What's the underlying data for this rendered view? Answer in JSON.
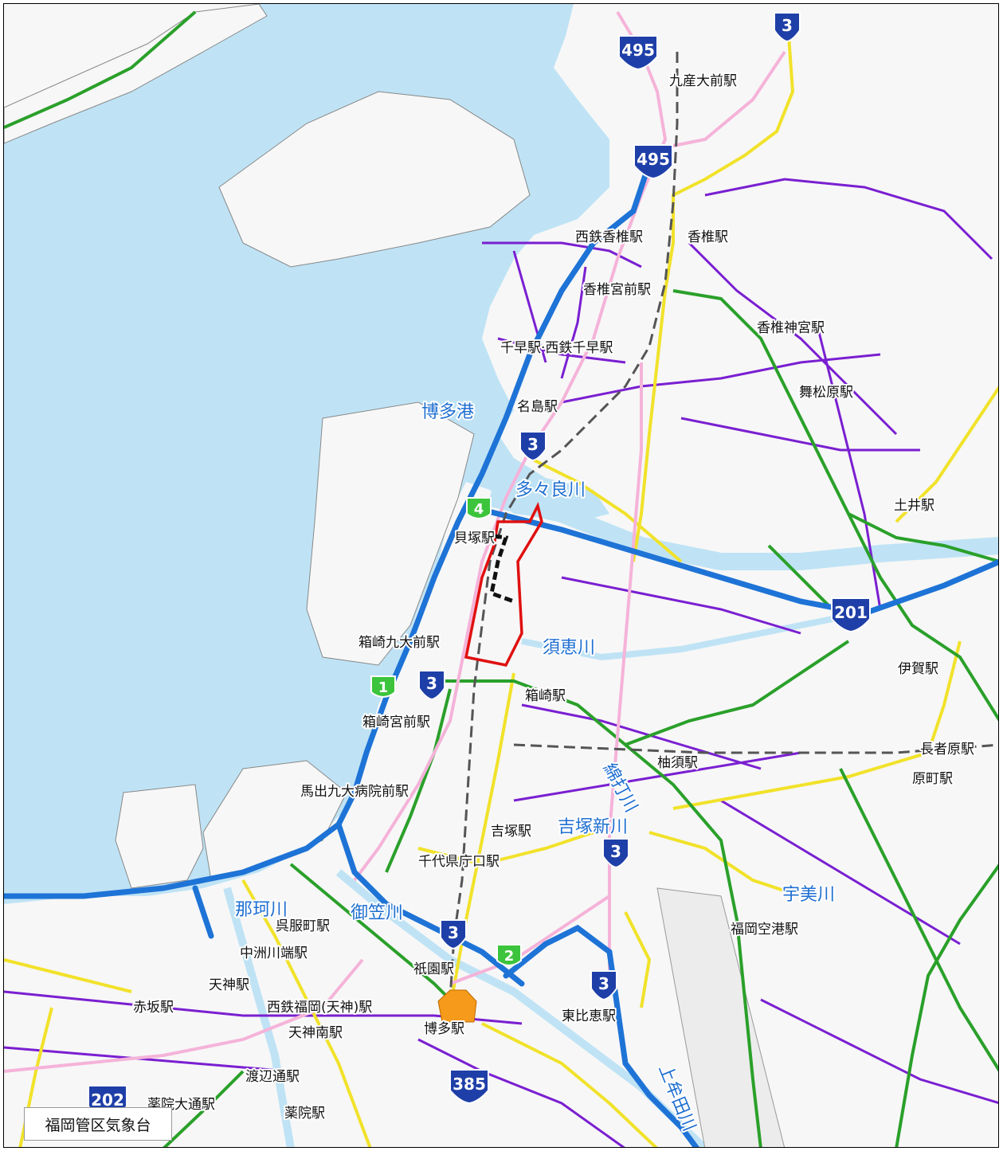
{
  "colors": {
    "sea": "#bfe3f5",
    "land": "#f7f7f7",
    "expressway": "#1e73d6",
    "national_route": "#2aa02a",
    "prefectural_road": "#f1e22a",
    "main_road": "#7a1fd1",
    "pink_road": "#f5b3d9",
    "area_outline": "#e01010",
    "water_label": "#1f6fd1",
    "shield_blue": "#1f3fa8",
    "shield_green": "#3cc43c"
  },
  "stations": [
    "九産大前駅",
    "西鉄香椎駅",
    "香椎駅",
    "香椎宮前駅",
    "香椎神宮駅",
    "千早駅·西鉄千早駅",
    "舞松原駅",
    "名島駅",
    "土井駅",
    "貝塚駅",
    "箱崎九大前駅",
    "伊賀駅",
    "箱崎駅",
    "箱崎宮前駅",
    "長者原駅",
    "柚須駅",
    "原町駅",
    "馬出九大病院前駅",
    "吉塚駅",
    "千代県庁口駅",
    "呉服町駅",
    "福岡空港駅",
    "中洲川端駅",
    "祇園駅",
    "天神駅",
    "赤坂駅",
    "西鉄福岡(天神)駅",
    "博多駅",
    "東比恵駅",
    "天神南駅",
    "渡辺通駅",
    "薬院大通駅",
    "薬院駅"
  ],
  "waters": [
    "博多港",
    "多々良川",
    "須恵川",
    "綿打川",
    "吉塚新川",
    "宇美川",
    "那珂川",
    "御笠川",
    "上牟田川"
  ],
  "shields": [
    "495",
    "495",
    "3",
    "3",
    "3",
    "3",
    "3",
    "3",
    "201",
    "385",
    "202",
    "4",
    "1",
    "2"
  ],
  "attribution": "福岡管区気象台"
}
